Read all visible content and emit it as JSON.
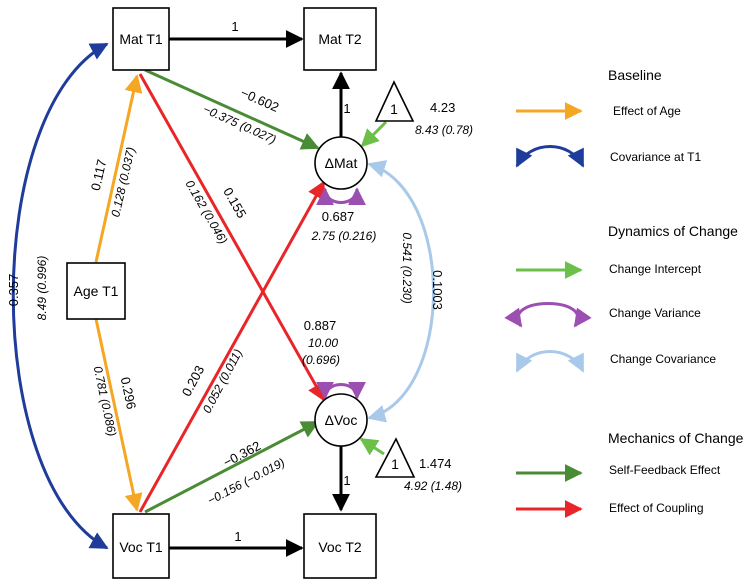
{
  "colors": {
    "age": "#f5a623",
    "covariance_t1": "#1f3c9a",
    "change_intercept": "#6cc04a",
    "change_variance": "#9b4fb0",
    "change_covariance": "#a9c9ea",
    "self_feedback": "#4a8b35",
    "coupling": "#e8262a",
    "black": "#000000"
  },
  "nodes": {
    "mat_t1": "Mat T1",
    "mat_t2": "Mat T2",
    "voc_t1": "Voc T1",
    "voc_t2": "Voc T2",
    "age_t1": "Age T1",
    "delta_mat": "ΔMat",
    "delta_voc": "ΔVoc",
    "const_top": "1",
    "const_bottom": "1"
  },
  "paths": {
    "mat_t1_to_t2": "1",
    "voc_t1_to_t2": "1",
    "delta_mat_to_mat_t2": "1",
    "delta_voc_to_voc_t2": "1",
    "age_mat_std": "0.117",
    "age_mat_raw": "0.128 (0.037)",
    "age_voc_std": "0.296",
    "age_voc_raw": "0.781 (0.086)",
    "cov_t1_std": "0.357",
    "cov_t1_raw": "8.49 (0.996)",
    "mat_self_std": "−0.602",
    "mat_self_raw": "−0.375 (0.027)",
    "voc_self_std": "−0.362",
    "voc_self_raw": "−0.156 (−0.019)",
    "mat_to_voc_std": "0.155",
    "mat_to_voc_raw": "0.162 (0.046)",
    "voc_to_mat_std": "0.203",
    "voc_to_mat_raw": "0.052 (0.011)",
    "mat_var_std": "0.687",
    "mat_var_raw": "2.75 (0.216)",
    "voc_var_std": "0.887",
    "voc_var_raw1": "10.00",
    "voc_var_raw2": "(0.696)",
    "change_cov_std": "0.1003",
    "change_cov_raw": "0.541 (0.230)",
    "mat_intercept_std": "4.23",
    "mat_intercept_raw": "8.43 (0.78)",
    "voc_intercept_std": "1.474",
    "voc_intercept_raw": "4.92 (1.48)"
  },
  "legend": {
    "baseline": "Baseline",
    "effect_of_age": "Effect of Age",
    "covariance_t1": "Covariance at T1",
    "dynamics": "Dynamics of Change",
    "change_intercept": "Change Intercept",
    "change_variance": "Change Variance",
    "change_covariance": "Change Covariance",
    "mechanics": "Mechanics of Change",
    "self_feedback": "Self-Feedback Effect",
    "coupling": "Effect of Coupling"
  }
}
